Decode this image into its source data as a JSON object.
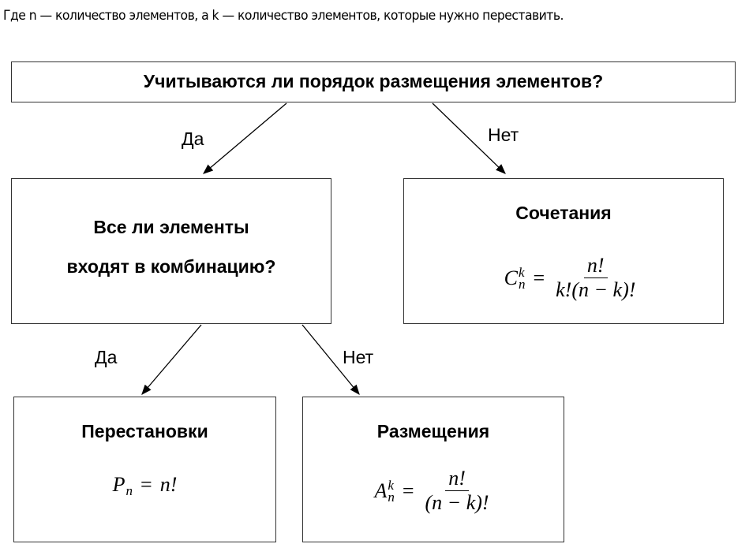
{
  "caption": "Где n — количество элементов, а k — количество элементов, которые нужно переставить.",
  "root": {
    "question": "Учитываются ли порядок размещения элементов?"
  },
  "mid": {
    "line1": "Все ли элементы",
    "line2": "входят в комбинацию?"
  },
  "edges": {
    "yes1": "Да",
    "no1": "Нет",
    "yes2": "Да",
    "no2": "Нет"
  },
  "combinations": {
    "title": "Сочетания",
    "sym": "C",
    "sup": "k",
    "sub": "n",
    "eq": "=",
    "num": "n!",
    "den": "k!(n − k)!"
  },
  "permutations": {
    "title": "Перестановки",
    "sym": "P",
    "sub": "n",
    "eq": "=",
    "rhs": "n!"
  },
  "arrangements": {
    "title": "Размещения",
    "sym": "A",
    "sup": "k",
    "sub": "n",
    "eq": "=",
    "num": "n!",
    "den": "(n − k)!"
  }
}
